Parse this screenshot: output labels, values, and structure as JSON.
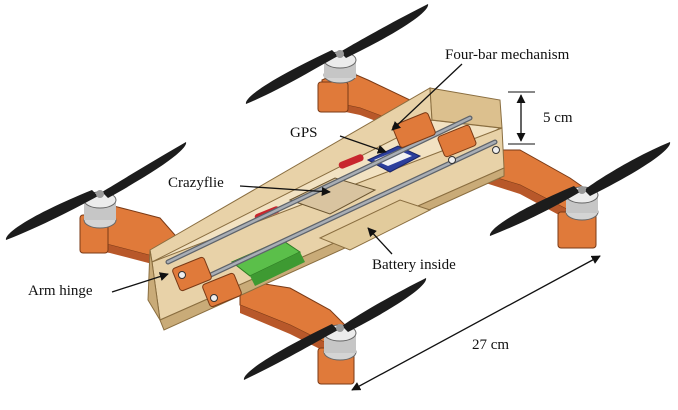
{
  "labels": {
    "four_bar": "Four-bar mechanism",
    "gps": "GPS",
    "crazyflie": "Crazyflie",
    "battery": "Battery inside",
    "arm_hinge": "Arm hinge",
    "height": "5 cm",
    "length": "27 cm"
  },
  "colors": {
    "frame": "#e8d2a8",
    "frame_dark": "#c9ab78",
    "arm": "#e07a3a",
    "arm_dark": "#b8582a",
    "propeller": "#1c1c1c",
    "motor": "#d4d4d4",
    "rod": "#8a8f96",
    "pin_red": "#c8262e",
    "board_green": "#5bbf4a",
    "gps_blue": "#2c3f9c"
  }
}
